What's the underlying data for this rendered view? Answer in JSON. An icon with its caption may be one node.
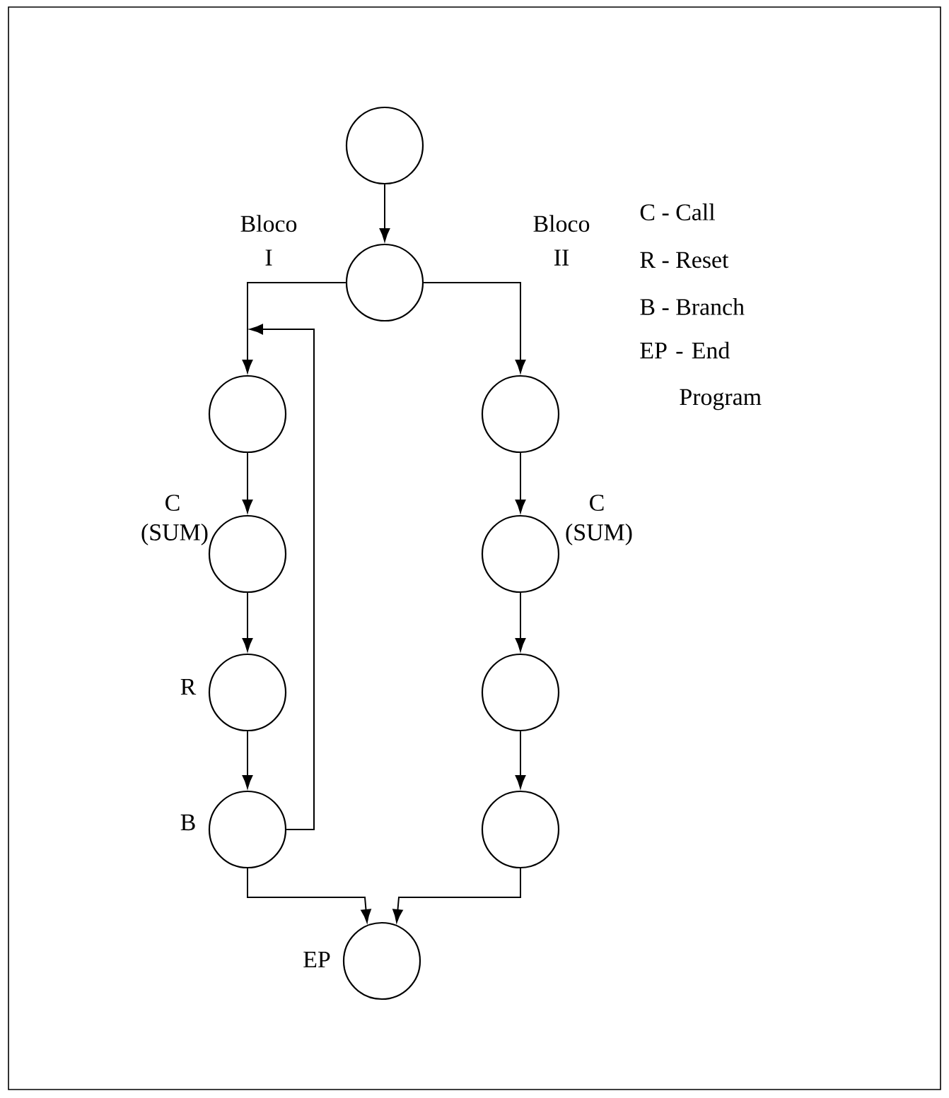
{
  "diagram": {
    "nodes": [
      {
        "text": [],
        "shape": "circle"
      },
      {
        "text": [],
        "shape": "circle"
      },
      {
        "text": [],
        "shape": "circle"
      },
      {
        "text": [],
        "shape": "circle",
        "beside": [
          "C (SUM)"
        ]
      },
      {
        "text": [],
        "shape": "circle",
        "beside": [
          "R"
        ]
      },
      {
        "text": [],
        "shape": "circle",
        "beside": [
          "B"
        ]
      },
      {
        "text": [],
        "shape": "circle"
      },
      {
        "text": [],
        "shape": "circle",
        "beside": [
          "C (SUM)"
        ]
      },
      {
        "text": [],
        "shape": "circle"
      },
      {
        "text": [],
        "shape": "circle"
      },
      {
        "text": [],
        "shape": "circle",
        "beside": [
          "EP"
        ]
      }
    ],
    "edges": [
      {
        "from": 0,
        "to": 1,
        "arrow": "to"
      },
      {
        "from": 1,
        "to": 2,
        "arrow": "to"
      },
      {
        "from": 1,
        "to": 6,
        "arrow": "to"
      },
      {
        "from": 2,
        "to": 3,
        "arrow": "to"
      },
      {
        "from": 3,
        "to": 4,
        "arrow": "to"
      },
      {
        "from": 4,
        "to": 5,
        "arrow": "to"
      },
      {
        "from": 5,
        "to": 2,
        "arrow": "to"
      },
      {
        "from": 6,
        "to": 7,
        "arrow": "to"
      },
      {
        "from": 7,
        "to": 8,
        "arrow": "to"
      },
      {
        "from": 8,
        "to": 9,
        "arrow": "to"
      },
      {
        "from": 5,
        "to": 10,
        "arrow": "to"
      },
      {
        "from": 9,
        "to": 10,
        "arrow": "to"
      }
    ],
    "labels": [
      "Bloco I",
      "Bloco II",
      "C - Call",
      "R - Reset",
      "B - Branch",
      "EP - End Program"
    ]
  }
}
